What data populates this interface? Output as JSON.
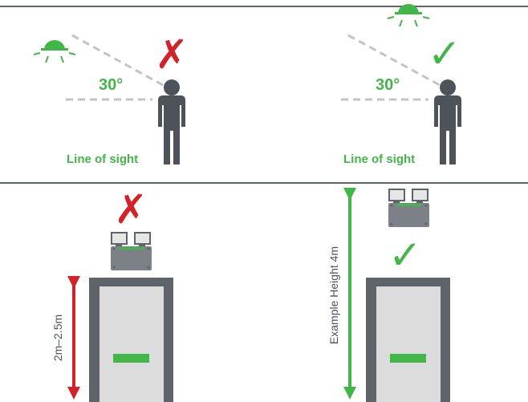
{
  "colors": {
    "green": "#43b649",
    "red": "#d2232a",
    "figure": "#4d5359",
    "rule": "#5f656b",
    "dash": "#c4c4c4",
    "door_frame": "#5e646a",
    "door_panel": "#dcdcdc",
    "unit_body": "#7c8187"
  },
  "panels": {
    "top_left": {
      "angle_label": "30°",
      "caption": "Line of sight",
      "verdict": "incorrect",
      "verdict_mark": "✗"
    },
    "top_right": {
      "angle_label": "30°",
      "caption": "Line of sight",
      "verdict": "correct",
      "verdict_mark": "✓"
    },
    "bottom_left": {
      "height_label": "2m–2.5m",
      "verdict": "incorrect",
      "verdict_mark": "✗"
    },
    "bottom_right": {
      "height_label": "Example Height 4m",
      "verdict": "correct",
      "verdict_mark": "✓"
    }
  },
  "icons": {
    "sign_lamp": "sign-lamp-icon",
    "person": "person-icon",
    "emergency_light": "twin-spot-emergency-light-icon",
    "exit_door": "exit-door-icon",
    "cross": "cross-icon",
    "check": "check-icon"
  }
}
